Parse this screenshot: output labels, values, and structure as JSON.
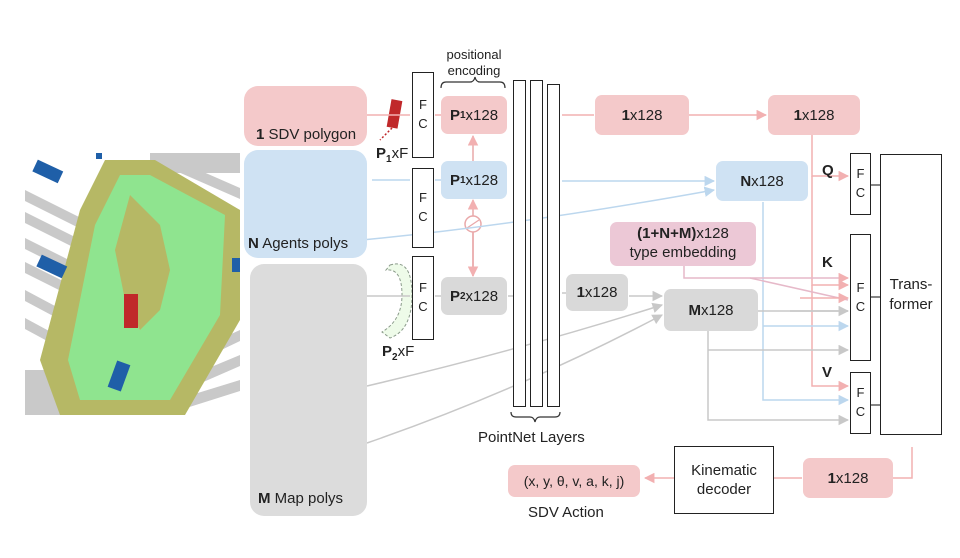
{
  "colors": {
    "pink": "#f4c9ca",
    "pink_line": "#f2b0b1",
    "blue": "#cfe2f3",
    "blue_line": "#bcd7ee",
    "gray": "#d9d9d9",
    "gray_line": "#c8c8c8",
    "road_yellow": "#b6b865",
    "drivable_green": "#8fe48f",
    "sdv_red": "#c0282a",
    "agent_blue": "#1f5fa8"
  },
  "inputs": {
    "sdv": {
      "bold": "1",
      "text": "SDV polygon"
    },
    "agents": {
      "bold": "N",
      "text": "Agents polys"
    },
    "map": {
      "bold": "M",
      "text": "Map polys"
    },
    "p1xf": {
      "bold": "P",
      "sub": "1",
      "text": "xF"
    },
    "p2xf": {
      "bold": "P",
      "sub": "2",
      "text": "xF"
    }
  },
  "fc": {
    "f": "F",
    "c": "C"
  },
  "positional_encoding": {
    "line1": "positional",
    "line2": "encoding"
  },
  "enc_boxes": {
    "p1_sdv": {
      "bold": "P",
      "sub": "1",
      "text": "x128"
    },
    "p1_agents": {
      "bold": "P",
      "sub": "1",
      "text": "x128"
    },
    "p2_map": {
      "bold": "P",
      "sub": "2",
      "text": "x128"
    }
  },
  "pointnet_label": "PointNet Layers",
  "feat": {
    "sdv_1x128_a": {
      "bold": "1",
      "text": "x128"
    },
    "sdv_1x128_b": {
      "bold": "1",
      "text": "x128"
    },
    "nx128": {
      "bold": "N",
      "text": "x128"
    },
    "gray_1x128": {
      "bold": "1",
      "text": "x128"
    },
    "mx128": {
      "bold": "M",
      "text": "x128"
    },
    "out_1x128": {
      "bold": "1",
      "text": "x128"
    }
  },
  "type_embedding": {
    "bold": "(1+N+M)",
    "text": "x128",
    "line2": "type embedding"
  },
  "qkv": {
    "q": "Q",
    "k": "K",
    "v": "V"
  },
  "transformer": {
    "line1": "Trans-",
    "line2": "former"
  },
  "decoder": {
    "line1": "Kinematic",
    "line2": "decoder"
  },
  "action": {
    "vector": "(x, y, θ, v, a, k, j)",
    "label": "SDV Action"
  }
}
